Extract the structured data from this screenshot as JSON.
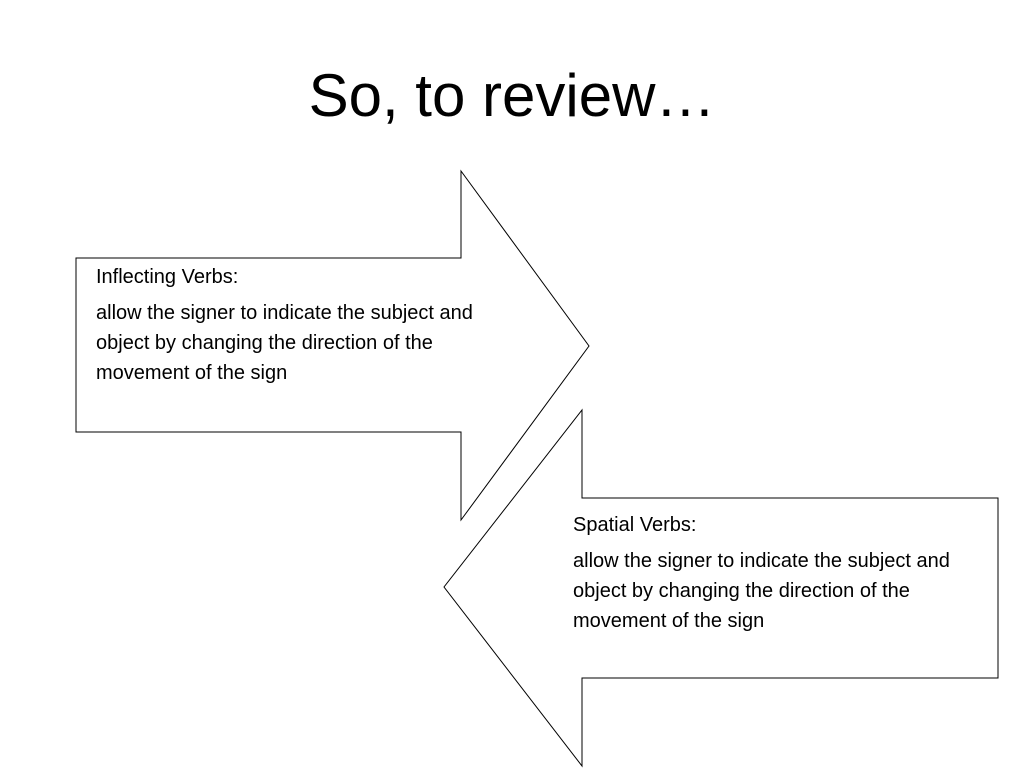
{
  "slide": {
    "title": "So, to review…"
  },
  "arrows": [
    {
      "heading": "Inflecting Verbs:",
      "body": "allow the signer to indicate the subject and object by changing the direction of the movement of the sign",
      "direction": "right"
    },
    {
      "heading": "Spatial Verbs:",
      "body": "allow the signer to indicate the subject and object by changing the direction of the movement of the sign",
      "direction": "left"
    }
  ],
  "colors": {
    "background": "#ffffff",
    "stroke": "#000000",
    "text": "#000000"
  }
}
